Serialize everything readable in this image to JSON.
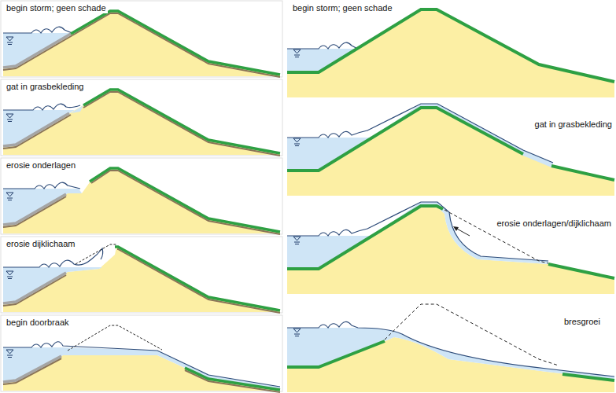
{
  "diagram": {
    "labels": [
      "begin storm; geen schade",
      "gat in grasbekleding",
      "erosie onderlagen",
      "erosie dijklichaam",
      "begin doorbraak",
      "begin storm; geen schade",
      "gat in grasbekleding",
      "erosie onderlagen/dijklichaam",
      "bresgroei"
    ]
  }
}
